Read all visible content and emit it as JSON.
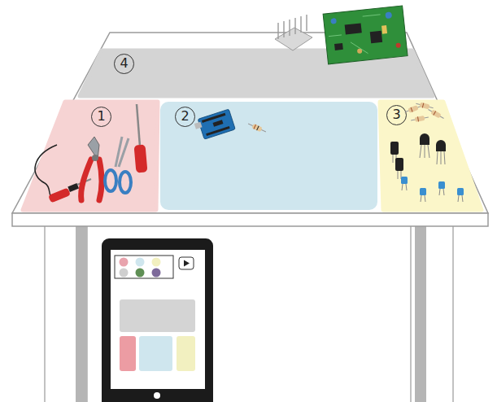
{
  "diagram": {
    "nodes": [
      {
        "text": [
          "4"
        ]
      },
      {
        "text": [
          "1"
        ]
      },
      {
        "text": [
          "2"
        ]
      },
      {
        "text": [
          "3"
        ]
      }
    ]
  }
}
